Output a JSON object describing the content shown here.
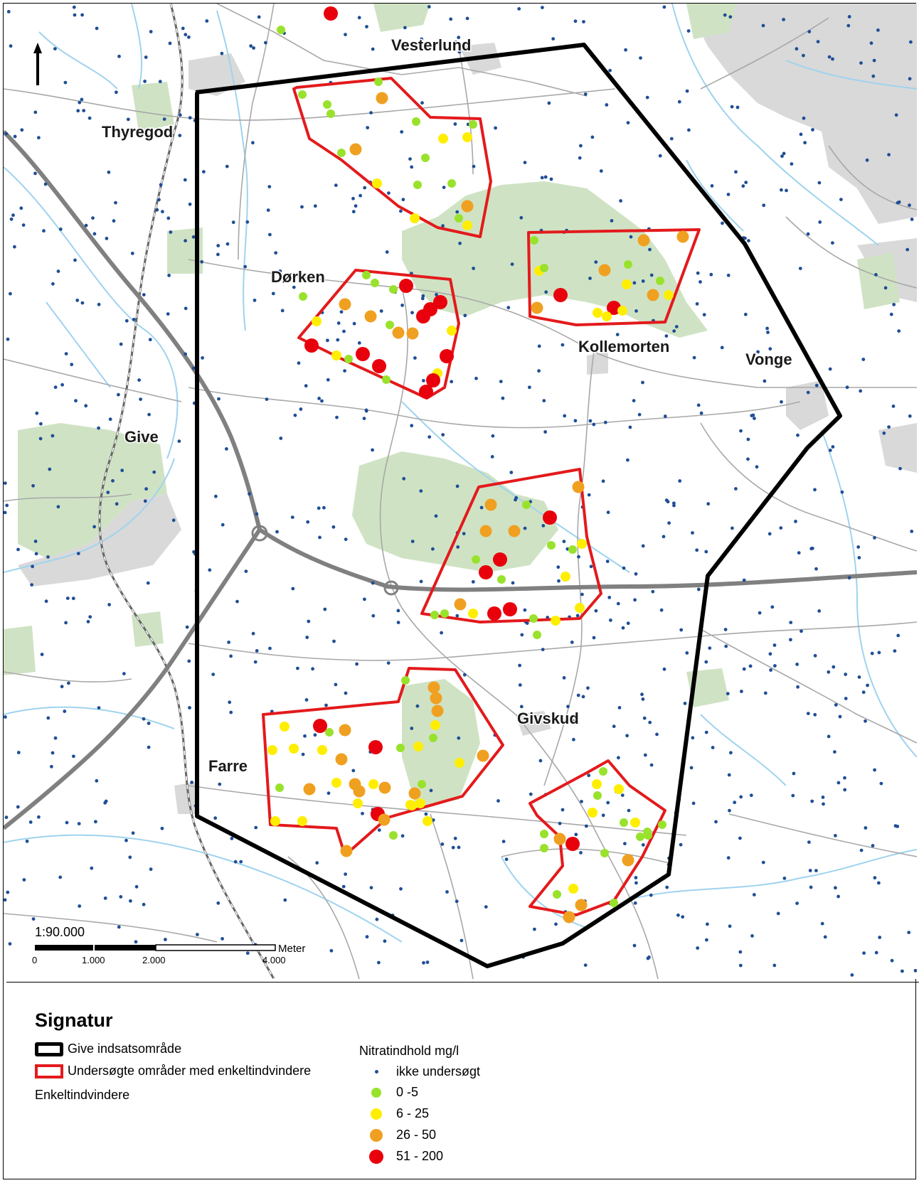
{
  "map": {
    "places": [
      {
        "id": "vesterlund",
        "label": "Vesterlund"
      },
      {
        "id": "thyregod",
        "label": "Thyregod"
      },
      {
        "id": "dorken",
        "label": "Dørken"
      },
      {
        "id": "kollemorten",
        "label": "Kollemorten"
      },
      {
        "id": "vonge",
        "label": "Vonge"
      },
      {
        "id": "give",
        "label": "Give"
      },
      {
        "id": "givskud",
        "label": "Givskud"
      },
      {
        "id": "farre",
        "label": "Farre"
      }
    ],
    "scale_text": "1:90.000",
    "scalebar": {
      "unit": "Meter",
      "ticks": [
        "0",
        "1.000",
        "2.000",
        "4.000"
      ]
    },
    "colors": {
      "boundary": "#000000",
      "study_area": "#e31a1c",
      "forest": "#cfe3c4",
      "urban": "#d9d9d9",
      "stream": "#9fd3ee",
      "road": "#9a9a9a",
      "motorway": "#808080",
      "well_unsampled": "#1f4e96"
    }
  },
  "legend": {
    "title": "Signatur",
    "boundary_label": "Give indsatsområde",
    "study_label": "Undersøgte områder med enkeltindvindere",
    "wells_label": "Enkeltindvindere",
    "nitrate_title": "Nitratindhold mg/l",
    "classes": [
      {
        "label": "ikke undersøgt",
        "color": "#1f4e96"
      },
      {
        "label": "0 -5",
        "color": "#99e22c"
      },
      {
        "label": "6 - 25",
        "color": "#ffee00"
      },
      {
        "label": "26 - 50",
        "color": "#f0a020"
      },
      {
        "label": "51 - 200",
        "color": "#e8000c"
      }
    ]
  }
}
